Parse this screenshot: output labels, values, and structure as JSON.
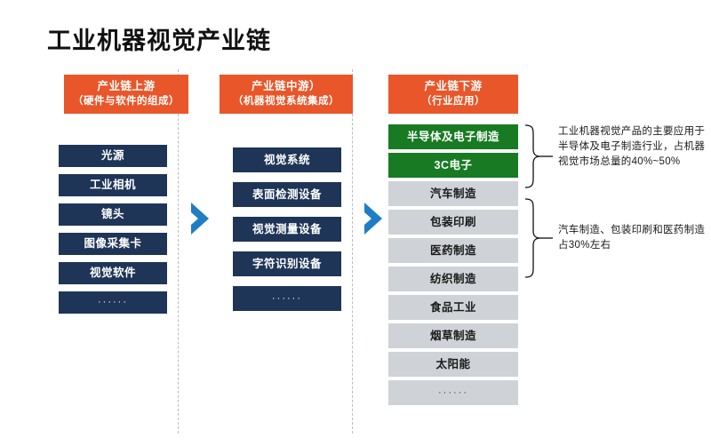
{
  "page": {
    "title": "工业机器视觉产业链",
    "background_color": "#ffffff"
  },
  "colors": {
    "header_orange": "#e8562a",
    "item_navy": "#1f3557",
    "highlight_green": "#187a22",
    "item_gray": "#cfd2d6",
    "arrow_blue": "#1f7dc4",
    "separator_gray": "#b9bcc0"
  },
  "columns": [
    {
      "id": "upstream",
      "header": {
        "line1": "产业链上游",
        "line2": "（硬件与软件的组成）"
      },
      "items": [
        {
          "label": "光源",
          "style": "navy"
        },
        {
          "label": "工业相机",
          "style": "navy"
        },
        {
          "label": "镜头",
          "style": "navy"
        },
        {
          "label": "图像采集卡",
          "style": "navy"
        },
        {
          "label": "视觉软件",
          "style": "navy"
        },
        {
          "label": "······",
          "style": "navy"
        }
      ]
    },
    {
      "id": "midstream",
      "header": {
        "line1": "产业链中游）",
        "line2": "（机器视觉系统集成）"
      },
      "items": [
        {
          "label": "视觉系统",
          "style": "navy"
        },
        {
          "label": "表面检测设备",
          "style": "navy"
        },
        {
          "label": "视觉测量设备",
          "style": "navy"
        },
        {
          "label": "字符识别设备",
          "style": "navy"
        },
        {
          "label": "······",
          "style": "navy"
        }
      ]
    },
    {
      "id": "downstream",
      "header": {
        "line1": "产业链下游",
        "line2": "（行业应用）"
      },
      "items": [
        {
          "label": "半导体及电子制造",
          "style": "green"
        },
        {
          "label": "3C电子",
          "style": "green"
        },
        {
          "label": "汽车制造",
          "style": "gray"
        },
        {
          "label": "包装印刷",
          "style": "gray"
        },
        {
          "label": "医药制造",
          "style": "gray"
        },
        {
          "label": "纺织制造",
          "style": "gray"
        },
        {
          "label": "食品工业",
          "style": "gray"
        },
        {
          "label": "烟草制造",
          "style": "gray"
        },
        {
          "label": "太阳能",
          "style": "gray"
        },
        {
          "label": "······",
          "style": "gray"
        }
      ]
    }
  ],
  "arrows": [
    {
      "id": "arrow-upstream-to-midstream",
      "icon": "chevron-right-icon"
    },
    {
      "id": "arrow-midstream-to-downstream",
      "icon": "chevron-right-icon"
    }
  ],
  "annotations": [
    {
      "id": "annotation-semiconductor",
      "text": "工业机器视觉产品的主要应用于半导体及电子制造行业，占机器视觉市场总量的40%~50%",
      "brace": "curly-brace-icon"
    },
    {
      "id": "annotation-automotive",
      "text": "汽车制造、包装印刷和医药制造占30%左右",
      "brace": "curly-brace-icon"
    }
  ]
}
